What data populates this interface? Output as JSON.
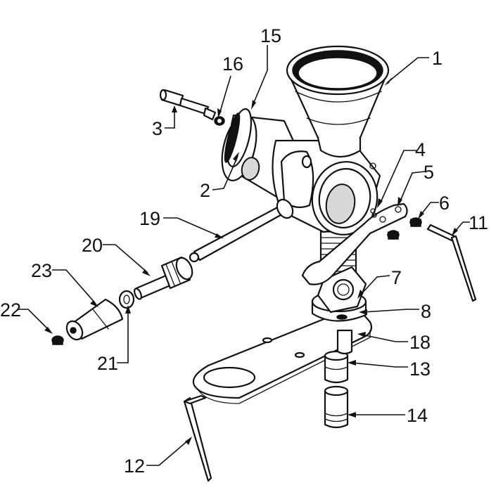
{
  "diagram": {
    "style": "exploded-assembly line drawing",
    "line_color": "#111111",
    "background_color": "#ffffff",
    "callouts": {
      "hopper": "1",
      "body": "2",
      "shaft_pin": "3",
      "clamp_arm_hole": "4",
      "clamp_arm": "5",
      "arm_screw": "6",
      "clamp_block": "7",
      "lock_nut": "8",
      "allen_key_small": "11",
      "allen_key_large": "12",
      "adjuster_upper": "13",
      "adjuster_lower": "14",
      "body_seal": "15",
      "pin_spring": "16",
      "base_plate": "18",
      "crank_shaft": "19",
      "shaft_bushing": "20",
      "washer": "21",
      "handle_screw": "22",
      "handle_knob": "23"
    }
  }
}
